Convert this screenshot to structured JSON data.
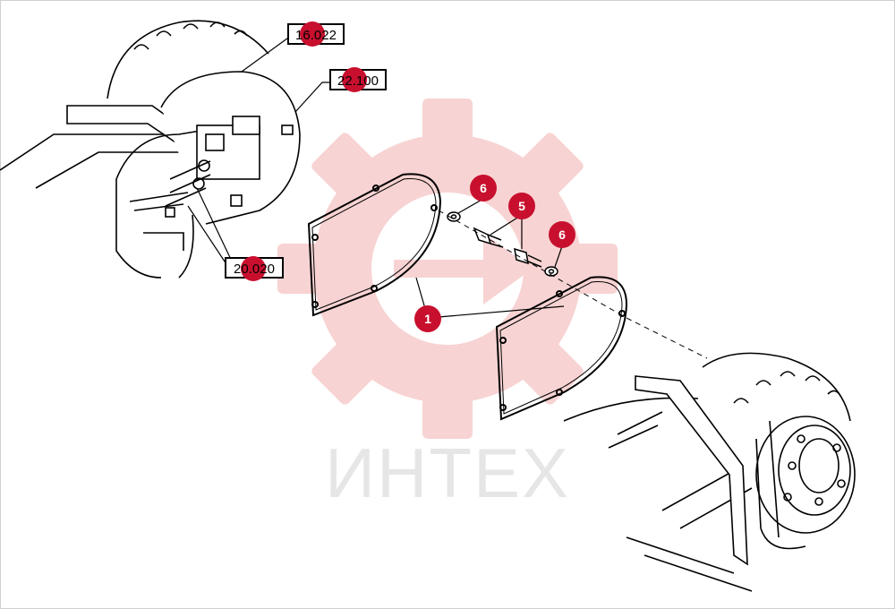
{
  "watermark": {
    "text": "ИНТЕХ",
    "color": "#f5c6c6"
  },
  "accent_color": "#c8102e",
  "references": [
    {
      "id": "ref-16022",
      "text": "16.022"
    },
    {
      "id": "ref-22100",
      "text": "22.100"
    },
    {
      "id": "ref-20020",
      "text": "20.020"
    }
  ],
  "callouts": [
    {
      "id": "callout-6a",
      "label": "6"
    },
    {
      "id": "callout-5",
      "label": "5"
    },
    {
      "id": "callout-6b",
      "label": "6"
    },
    {
      "id": "callout-1",
      "label": "1"
    }
  ]
}
